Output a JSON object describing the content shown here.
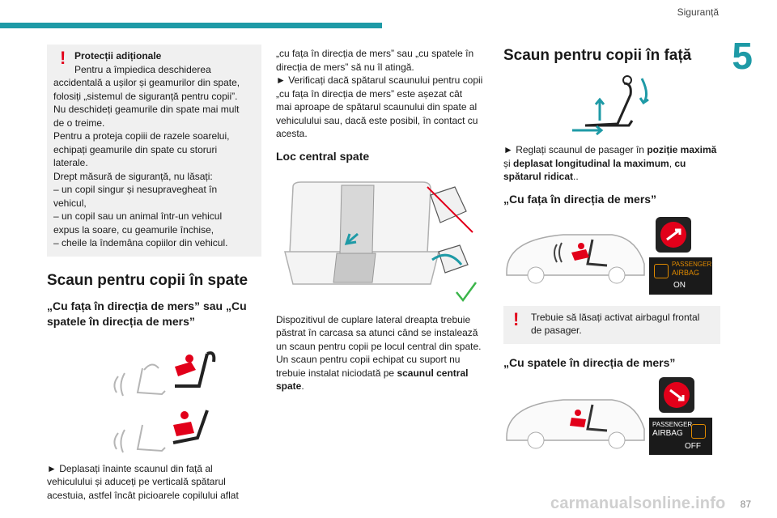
{
  "header": {
    "section": "Siguranță",
    "chapter": "5",
    "page": "87"
  },
  "watermark": "carmanualsonline.info",
  "col1": {
    "notice_title": "Protecții adiționale",
    "notice_lines": [
      "Pentru a împiedica deschiderea",
      "accidentală a ușilor și geamurilor din spate,",
      "folosiți „sistemul de siguranță pentru copii”.",
      "Nu deschideți geamurile din spate mai mult",
      "de o treime.",
      "Pentru a proteja copiii de razele soarelui,",
      "echipați geamurile din spate cu storuri",
      "laterale.",
      "Drept măsură de siguranță, nu lăsați:",
      "– un copil singur și nesupravegheat în",
      "vehicul,",
      "– un copil sau un animal într-un vehicul",
      "expus la soare, cu geamurile închise,",
      "– cheile la îndemâna copiilor din vehicul."
    ],
    "h2": "Scaun pentru copii în spate",
    "h3": "„Cu fața în direcția de mers” sau „Cu spatele în direcția de mers”",
    "p_lines": [
      "► Deplasați înainte scaunul din față al",
      "vehiculului și aduceți pe verticală spătarul",
      "acestuia, astfel încât picioarele copilului aflat"
    ]
  },
  "col2": {
    "p1_lines": [
      "„cu fața în direcția de mers” sau „cu spatele în",
      "direcția de mers” să nu îl atingă."
    ],
    "p2_lines": [
      "► Verificați dacă spătarul scaunului pentru copii",
      "„cu fața în direcția de mers” este așezat cât",
      "mai aproape de spătarul scaunului din spate al",
      "vehiculului sau, dacă este posibil, în contact cu",
      "acesta."
    ],
    "h3": "Loc central spate",
    "p3_lines": [
      "Dispozitivul de cuplare lateral dreapta trebuie",
      "păstrat în carcasa sa atunci când se instalează",
      "un scaun pentru copii pe locul central din spate.",
      "Un scaun pentru copii echipat cu suport nu"
    ],
    "p3_tail": "trebuie instalat niciodată pe ",
    "p3_bold": "scaunul central spate",
    "p3_end": "."
  },
  "col3": {
    "h2": "Scaun pentru copii în față",
    "p1_prefix": "► Reglați scaunul de pasager în ",
    "p1_bold1": "poziție maximă",
    "p1_mid": " și ",
    "p1_bold2": "deplasat longitudinal la maximum",
    "p1_sep": ", ",
    "p1_bold3": "cu spătarul ridicat",
    "p1_end": "..",
    "h3_a": "„Cu fața în direcția de mers”",
    "airbag_on": {
      "l1": "PASSENGER",
      "l2": "AIRBAG",
      "state": "ON"
    },
    "notice": "Trebuie să lăsați activat airbagul frontal de pasager.",
    "h3_b": "„Cu spatele în direcția de mers”",
    "airbag_off": {
      "l1": "PASSENGER",
      "l2": "AIRBAG",
      "state": "OFF"
    }
  },
  "colors": {
    "accent": "#1e9aa6",
    "warning": "#e2001a"
  }
}
